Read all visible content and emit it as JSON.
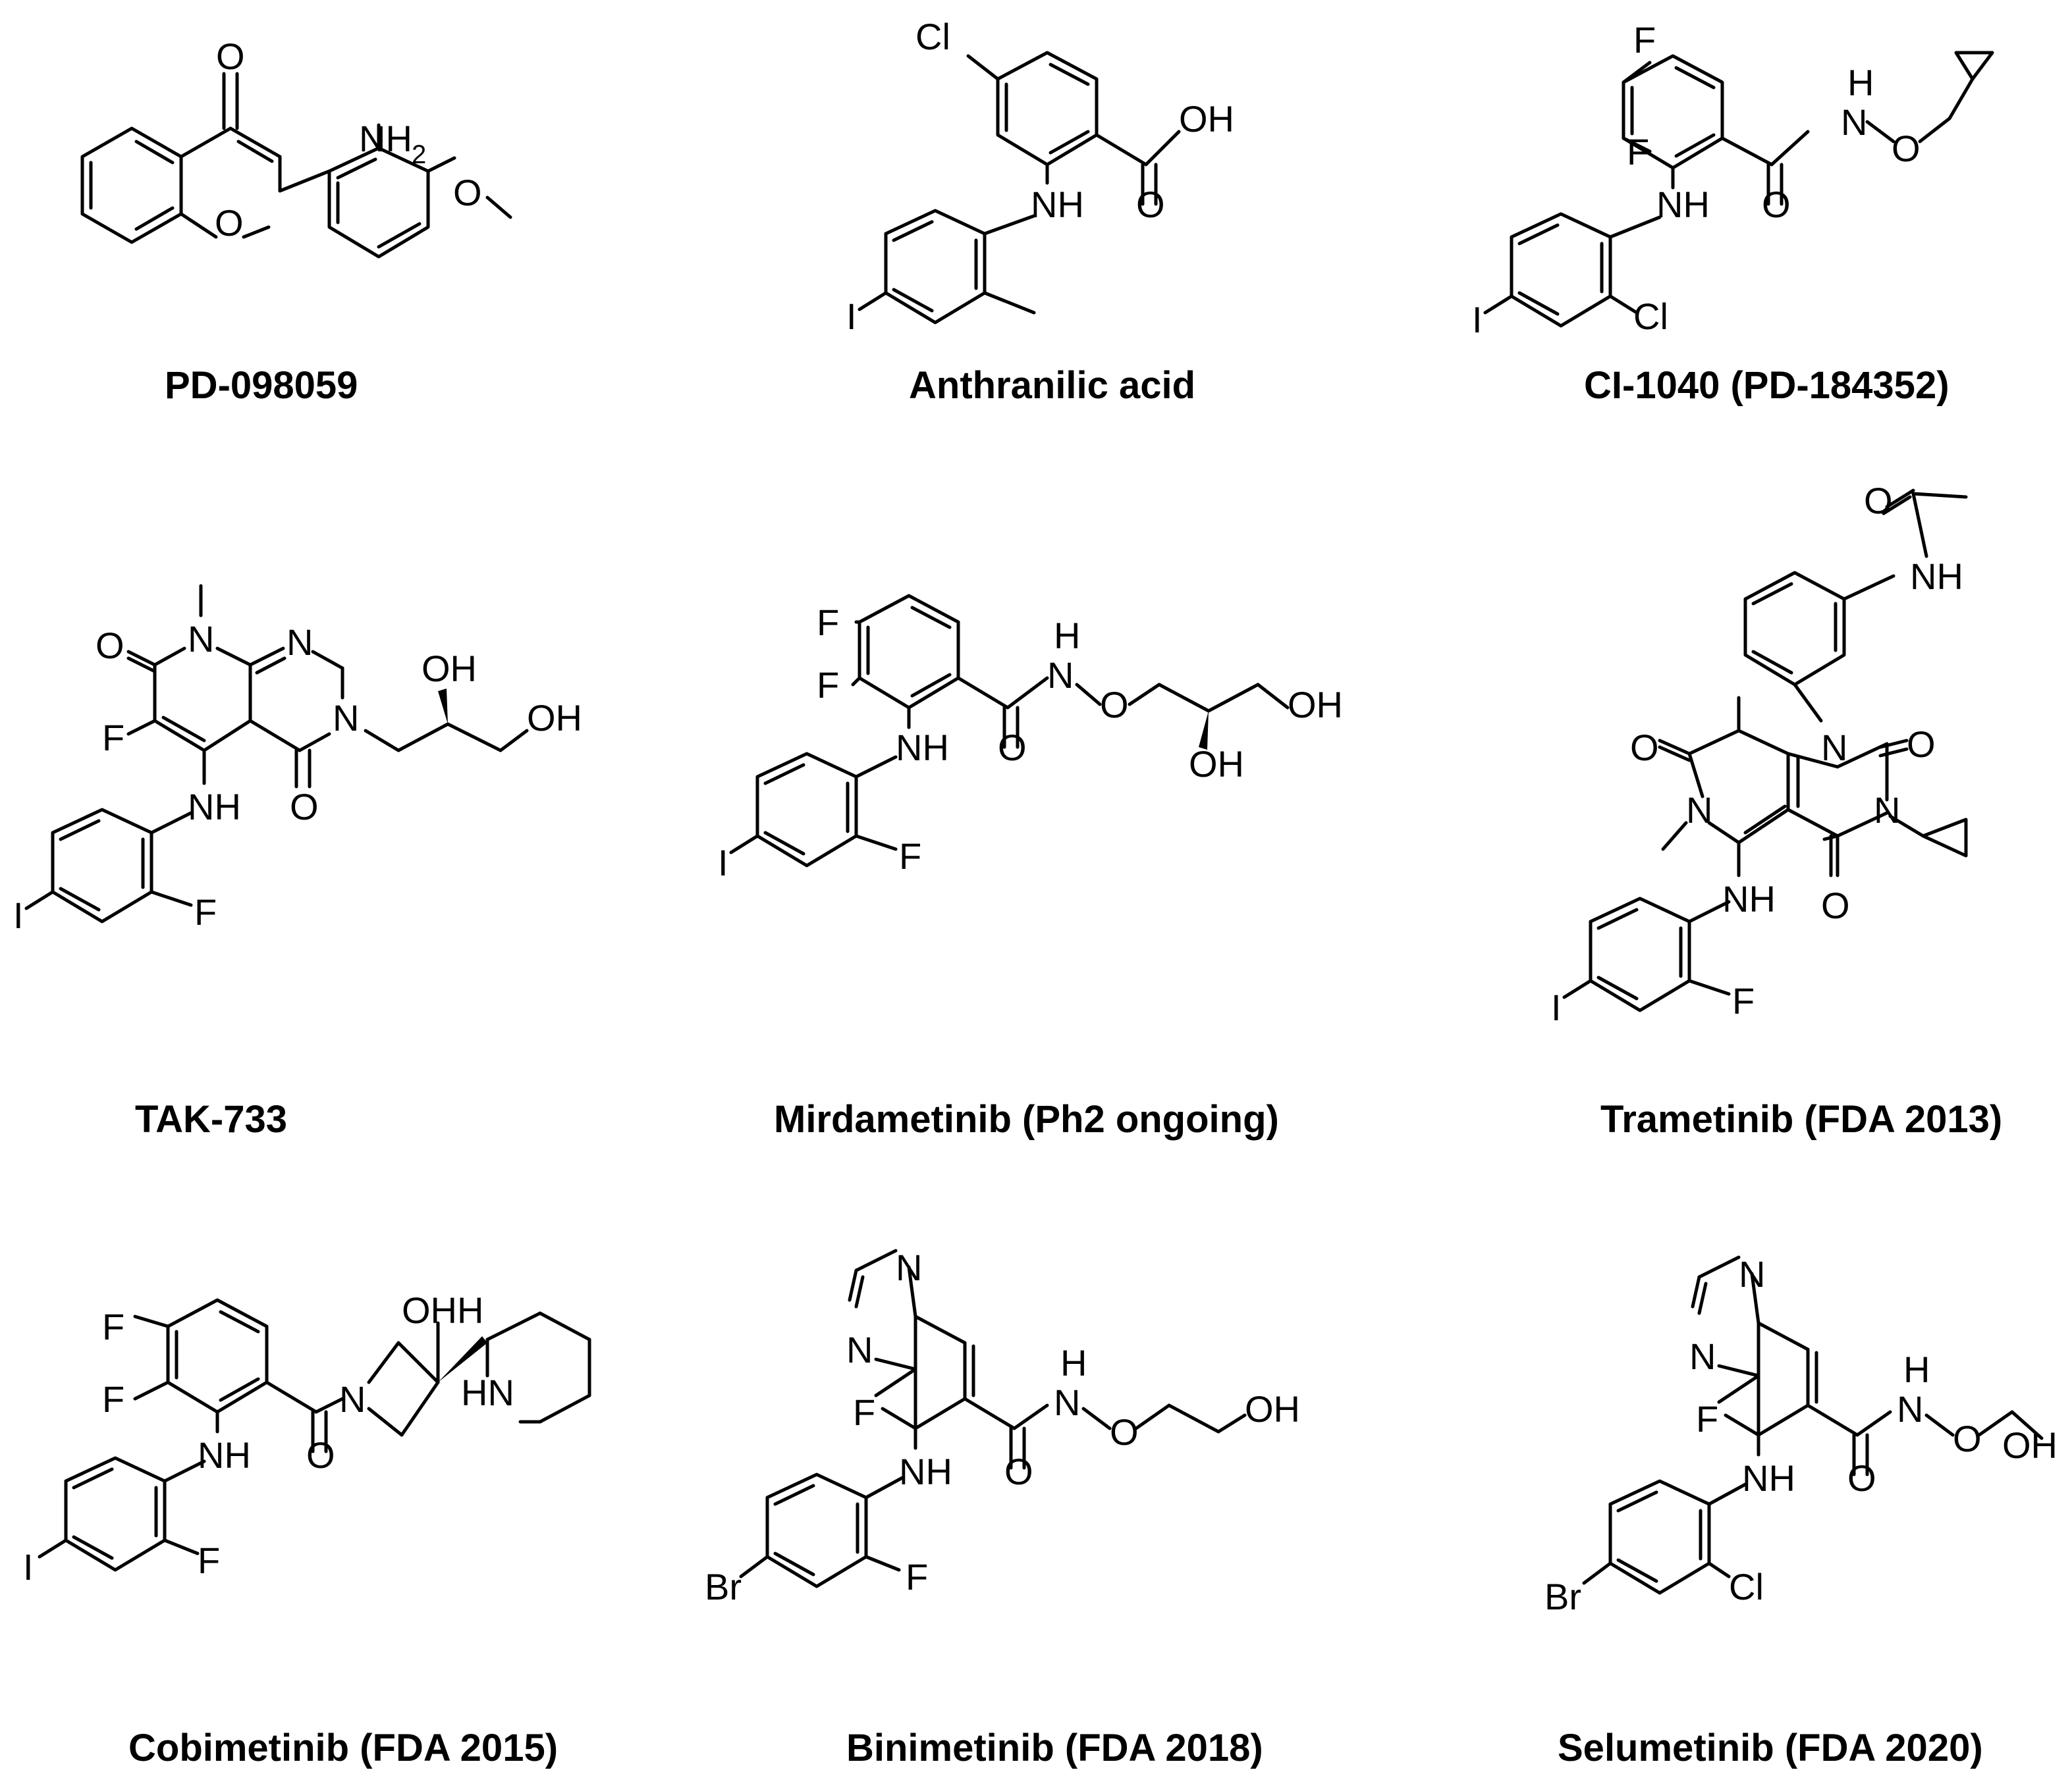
{
  "compounds": [
    {
      "name": "PD-098059"
    },
    {
      "name": "Anthranilic acid"
    },
    {
      "name": "CI-1040 (PD-184352)"
    },
    {
      "name": "TAK-733"
    },
    {
      "name": "Mirdametinib (Ph2 ongoing)"
    },
    {
      "name": "Trametinib (FDA 2013)"
    },
    {
      "name": "Cobimetinib (FDA 2015)"
    },
    {
      "name": "Binimetinib (FDA 2018)"
    },
    {
      "name": "Selumetinib (FDA 2020)"
    }
  ],
  "atoms": {
    "O": "O",
    "N": "N",
    "NH": "NH",
    "NH2": "NH",
    "sub2": "2",
    "OH": "OH",
    "H": "H",
    "F": "F",
    "Cl": "Cl",
    "I": "I",
    "Br": "Br",
    "HN": "HN",
    "OHH": "OHH"
  },
  "colors": {
    "ink": "#000000",
    "background": "#ffffff"
  }
}
